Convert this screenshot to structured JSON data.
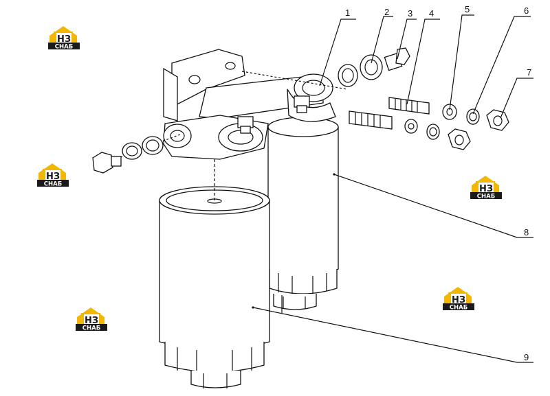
{
  "callouts": [
    {
      "id": "c1",
      "label": "1"
    },
    {
      "id": "c2",
      "label": "2"
    },
    {
      "id": "c3",
      "label": "3"
    },
    {
      "id": "c4",
      "label": "4"
    },
    {
      "id": "c5",
      "label": "5"
    },
    {
      "id": "c6",
      "label": "6"
    },
    {
      "id": "c7",
      "label": "7"
    },
    {
      "id": "c8",
      "label": "8"
    },
    {
      "id": "c9",
      "label": "9"
    }
  ],
  "watermark": {
    "letters": "НЗ",
    "caption": "СНАБ",
    "accent_color": "#f2b705",
    "dark_color": "#1a1a1a"
  }
}
